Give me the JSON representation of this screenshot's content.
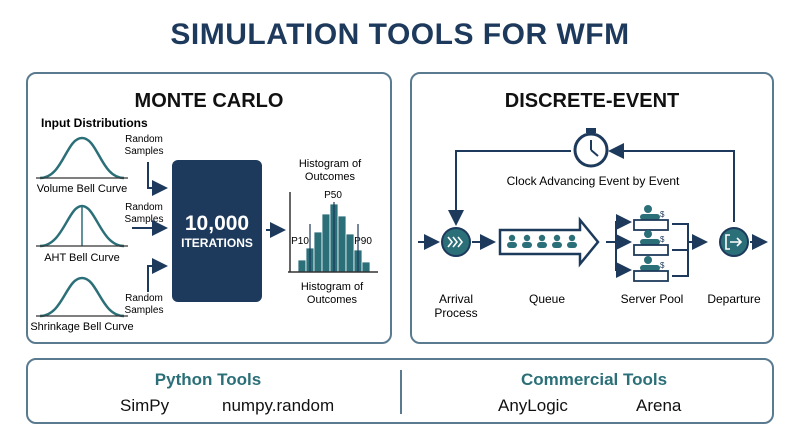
{
  "title": "SIMULATION TOOLS FOR WFM",
  "monte_carlo": {
    "title": "MONTE CARLO",
    "input_label": "Input Distributions",
    "curves": [
      "Volume Bell Curve",
      "AHT Bell Curve",
      "Shrinkage Bell Curve"
    ],
    "sample_label_1": "Random",
    "sample_label_2": "Samples",
    "iterations_count": "10,000",
    "iterations_label": "ITERATIONS",
    "histogram_title_1": "Histogram of",
    "histogram_title_2": "Outcomes",
    "p10": "P10",
    "p50": "P50",
    "p90": "P90",
    "outcomes_label_1": "Histogram of",
    "outcomes_label_2": "Outcomes"
  },
  "discrete_event": {
    "title": "DISCRETE-EVENT",
    "clock_label": "Clock Advancing Event by Event",
    "stages": {
      "arrival_1": "Arrival",
      "arrival_2": "Process",
      "queue": "Queue",
      "server_pool": "Server Pool",
      "departure": "Departure"
    }
  },
  "tools": {
    "python_title": "Python Tools",
    "python_items": [
      "SimPy",
      "numpy.random"
    ],
    "commercial_title": "Commercial Tools",
    "commercial_items": [
      "AnyLogic",
      "Arena"
    ]
  },
  "colors": {
    "navy": "#1d3a5c",
    "teal": "#2b6f78",
    "border": "#5a7a90"
  }
}
